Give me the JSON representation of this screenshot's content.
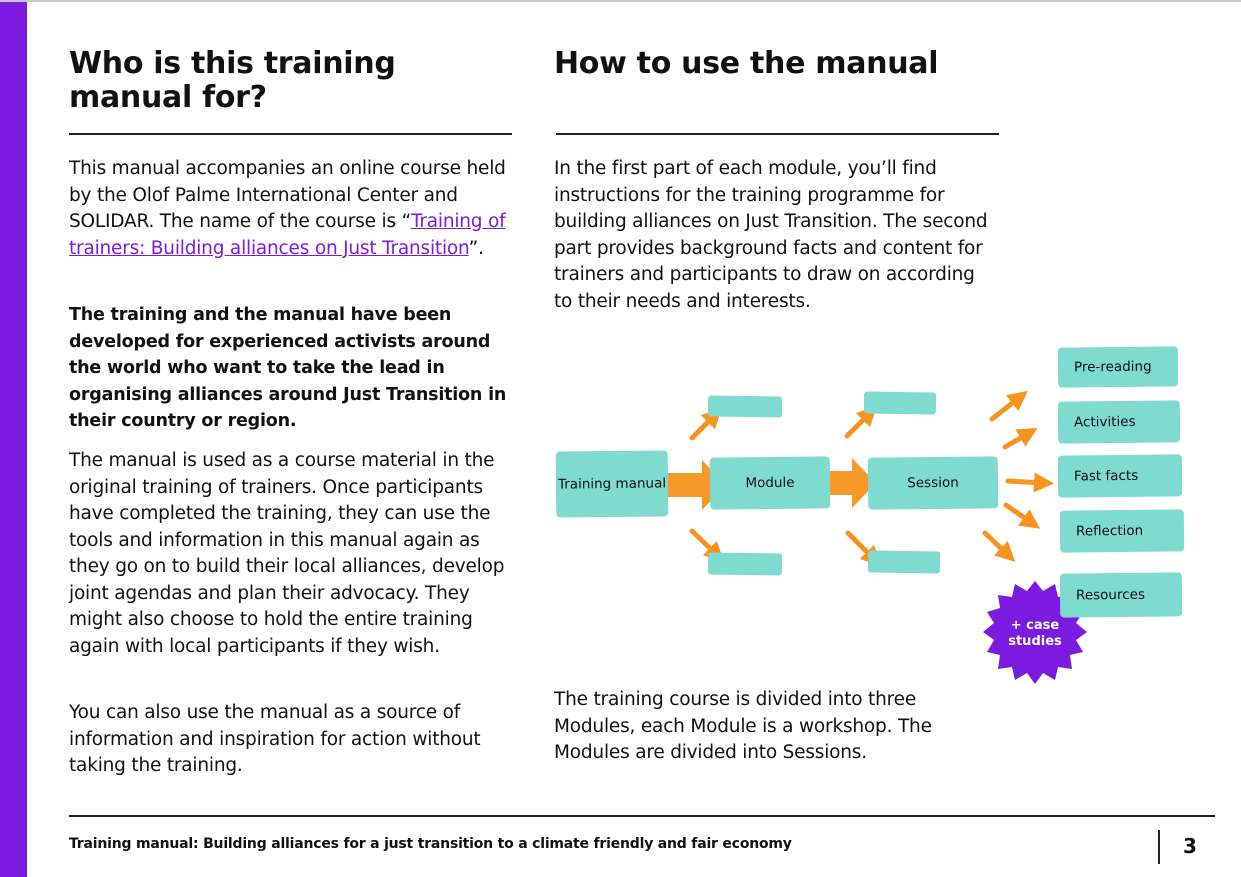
{
  "left": {
    "heading": "Who is this training manual for?",
    "intro_text": "This manual accompanies an online course held by the Olof Palme International Center and SOLIDAR. The name of the course is “",
    "course_link": "Training of trainers: Building alliances on Just Transition",
    "intro_end": "”.",
    "bold_para": "The training and the manual have been developed for experienced activists around the world who want to take the lead in organising alliances around Just Transition in their country or region.",
    "para2": "The manual is used as a course material in the original training of trainers. Once participants have completed the training, they can use the tools and information in this manual again as they go on to build their local alliances, develop joint agendas and plan their advocacy. They might also choose to hold the entire training again with local participants if they wish.",
    "para3": "You can also use the manual as a source of information and inspiration for action without taking the training."
  },
  "right": {
    "heading": "How to use the manual",
    "para1": "In the first part of each module, you’ll find instructions for the training programme for building alliances on Just Transition. The second part provides background facts and content for trainers and participants to draw on according to their needs and interests.",
    "para2": "The training course is divided into three Modules, each Module is a workshop. The Modules are divided into Sessions."
  },
  "diagram": {
    "training_manual": "Training manual",
    "module": "Module",
    "session": "Session",
    "outputs": [
      "Pre-reading",
      "Activities",
      "Fast facts",
      "Reflection",
      "Resources"
    ],
    "seal_text": "+ case studies",
    "colors": {
      "box": "#7fdad0",
      "arrow": "#f7931e",
      "seal": "#7b1be0"
    }
  },
  "footer": {
    "title": "Training manual: Building alliances for a just transition to a climate friendly and fair economy",
    "page_number": "3"
  },
  "colors": {
    "accent": "#7b1be0"
  }
}
